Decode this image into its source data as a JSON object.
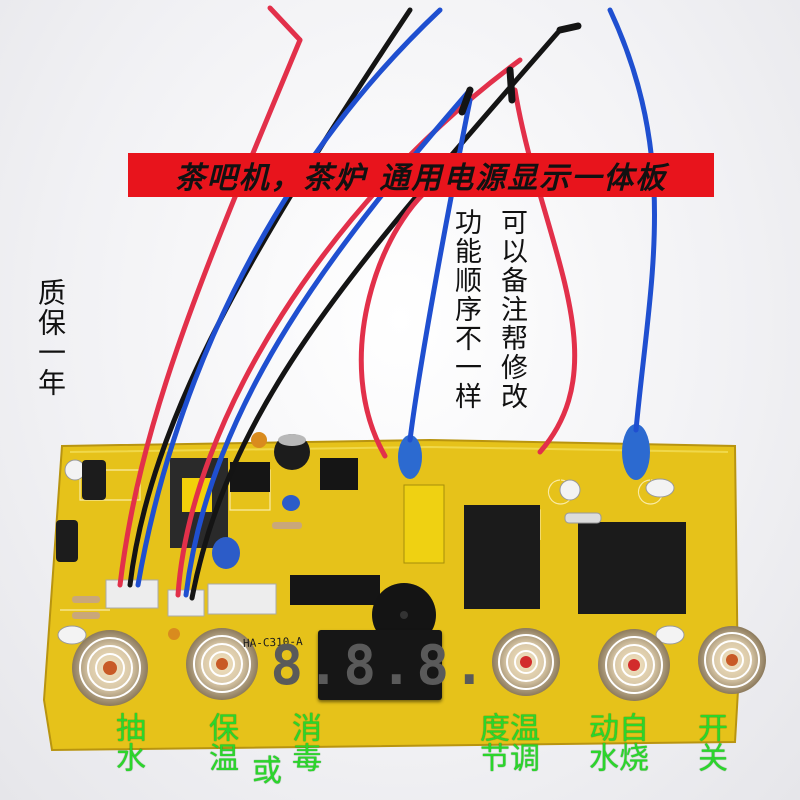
{
  "banner": {
    "text": "茶吧机，茶炉 通用电源显示一体板"
  },
  "warranty": {
    "text": "质保一年"
  },
  "note": {
    "line1": "功能顺序不一样",
    "line2": "可以备注帮修改"
  },
  "buttons": {
    "pump": "抽水",
    "keep_warm": "保温",
    "or": "或",
    "disinfect": "消毒",
    "temp_adjust": "温调度节",
    "auto_water": "自烧动水",
    "power_switch": "开关"
  },
  "board": {
    "model": "HA-C310-A",
    "display_digits": "8.8.8."
  },
  "colors": {
    "banner_bg": "#e8141c",
    "button_label": "#2bd62b",
    "pcb": "#e6c21a",
    "wire_red": "#e2304a",
    "wire_blue": "#1f4fd0",
    "wire_black": "#141414"
  }
}
